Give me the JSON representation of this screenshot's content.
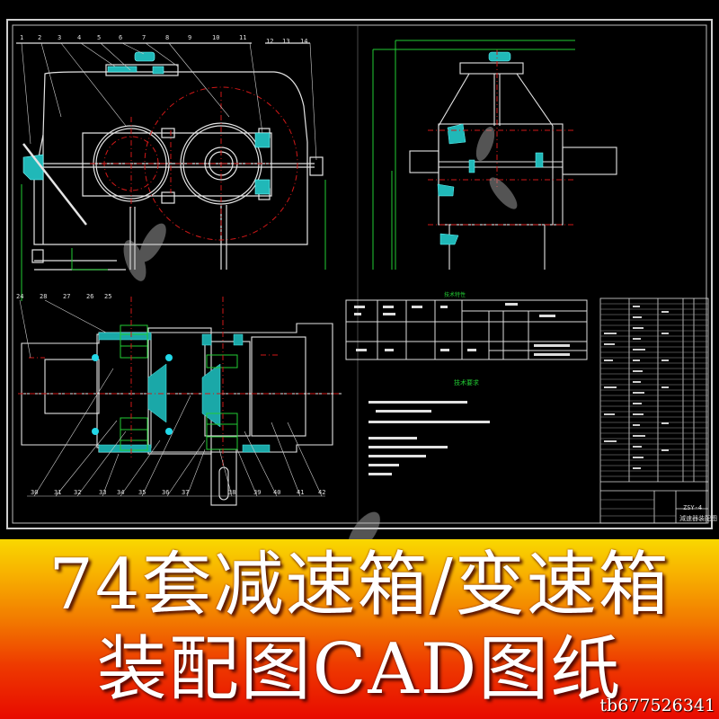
{
  "banner": {
    "line1": "74套减速箱/变速箱",
    "line2": "装配图CAD图纸",
    "watermark_id": "tb677526341",
    "gradient_colors": [
      "#f9d800",
      "#f27a00",
      "#e80a00"
    ]
  },
  "drawing": {
    "background": "#000000",
    "line_colors": {
      "outline": "#e8e8e8",
      "centerline": "#d01818",
      "dimension": "#22cc33",
      "hatch": "#22c8c8"
    },
    "top_view_callouts": [
      "1",
      "2",
      "3",
      "4",
      "5",
      "6",
      "7",
      "8",
      "9",
      "10",
      "11",
      "12",
      "13",
      "14"
    ],
    "side_left_callouts": [
      "24",
      "28",
      "27",
      "26",
      "25"
    ],
    "section_callouts": [
      "30",
      "31",
      "32",
      "33",
      "34",
      "35",
      "36",
      "37",
      "38",
      "39",
      "40",
      "41",
      "42"
    ],
    "title_block": {
      "drawing_no": "ZSY-4",
      "title": "減速器装配图"
    },
    "tech_notes_heading": "技术要求",
    "spec_table_heading": "技术特性"
  }
}
